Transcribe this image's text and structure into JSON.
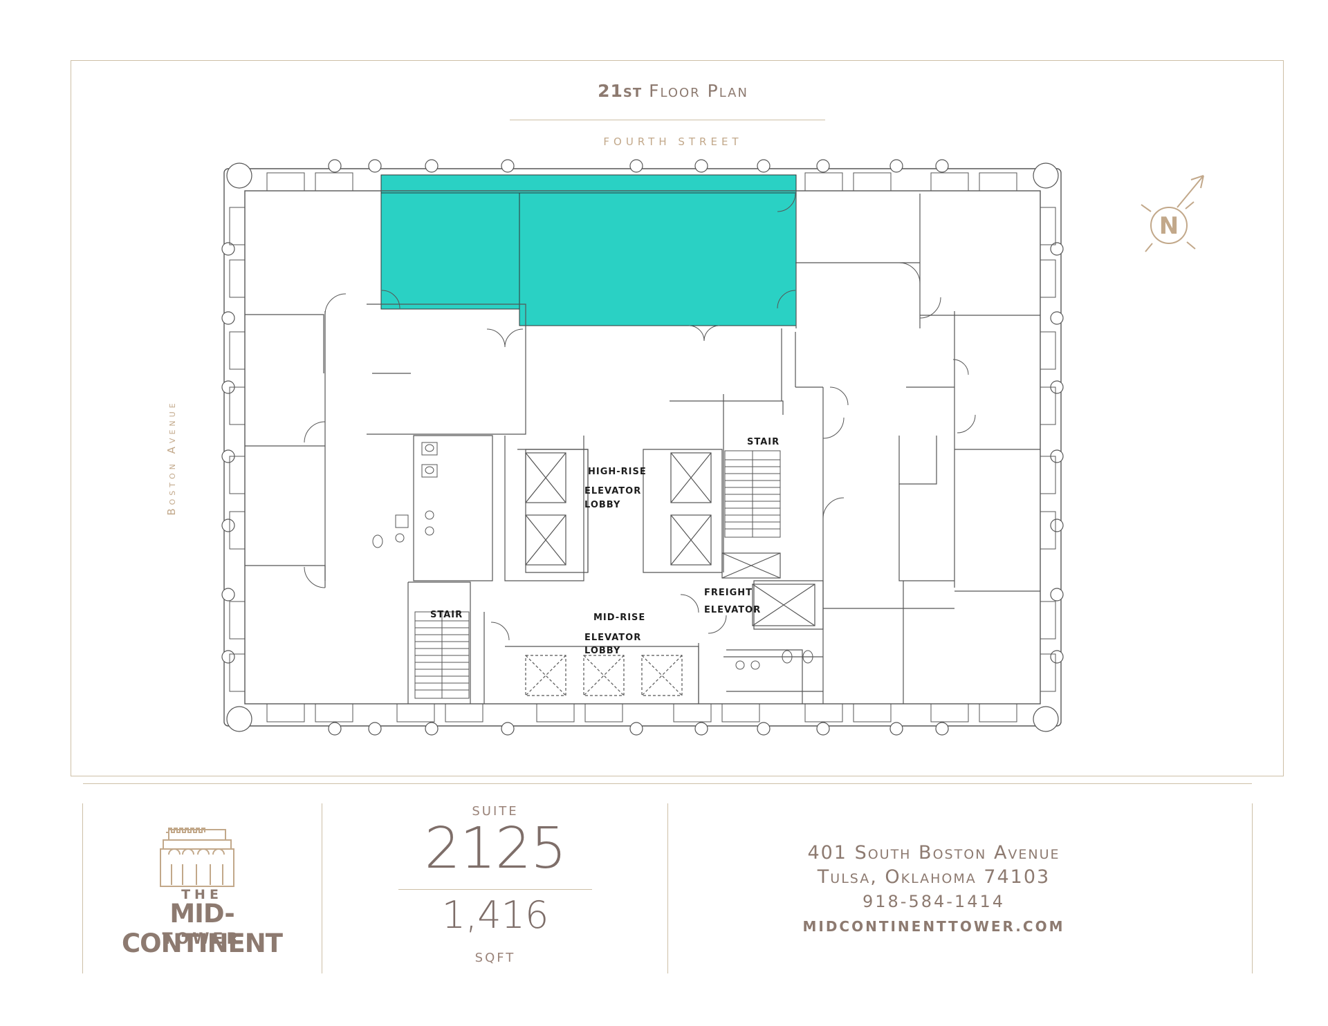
{
  "title": {
    "bold": "21st",
    "rest": "Floor Plan"
  },
  "street_label": "FOURTH STREET",
  "avenue_label": "Boston Avenue",
  "compass": {
    "letter": "N"
  },
  "plan_labels": {
    "high_rise": "HIGH-RISE",
    "elevator_1": "ELEVATOR",
    "lobby_1": "LOBBY",
    "stair_top": "STAIR",
    "stair_bottom": "STAIR",
    "freight": "FREIGHT",
    "freight_elevator": "ELEVATOR",
    "mid_rise": "MID-RISE",
    "elevator_2": "ELEVATOR",
    "lobby_2": "LOBBY"
  },
  "colors": {
    "highlight": "#2ad1c4",
    "accent": "#c2a88a",
    "text": "#8d7a70"
  },
  "logo": {
    "the": "THE",
    "name": "MID-CONTINENT",
    "tower": "TOWER"
  },
  "suite": {
    "label": "SUITE",
    "number": "2125",
    "area": "1,416",
    "area_unit": "SQFT"
  },
  "address": {
    "line1": "401 South Boston Avenue",
    "line2": "Tulsa, Oklahoma 74103",
    "phone": "918-584-1414",
    "website": "MIDCONTINENTTOWER.COM"
  }
}
